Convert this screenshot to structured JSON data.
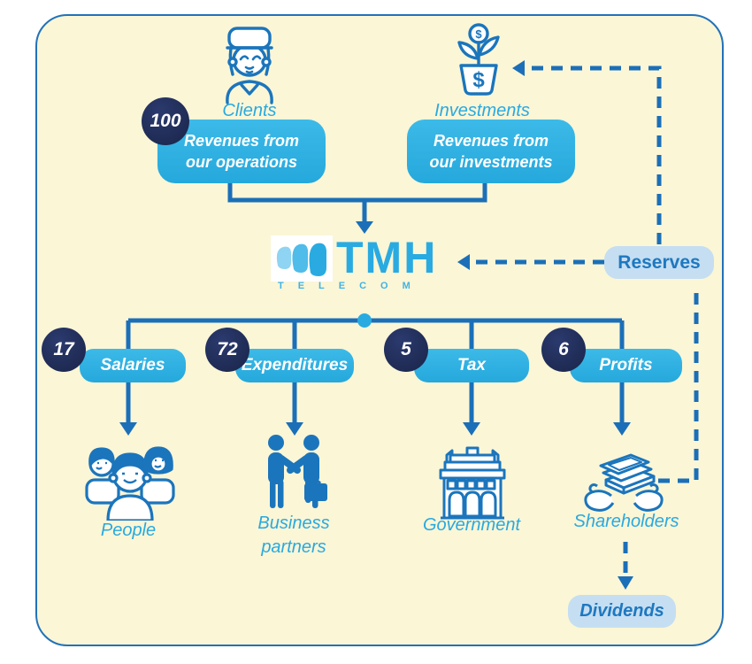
{
  "diagram": {
    "title": "TMH Telecom money flow diagram",
    "brand": {
      "name": "TMH",
      "sub": "TELECOM",
      "logo_icon": "tmh-logo-mark"
    },
    "top": {
      "clients": {
        "label": "Clients",
        "icon": "client-person-icon"
      },
      "investments": {
        "label": "Investments",
        "icon": "money-plant-icon"
      },
      "revenue_operations": {
        "badge": "100",
        "text": "Revenues from\nour operations"
      },
      "revenue_investments": {
        "text": "Revenues from\nour investments"
      }
    },
    "distribution": [
      {
        "badge": "17",
        "label": "Salaries",
        "target": {
          "label": "People",
          "icon": "people-group-icon"
        }
      },
      {
        "badge": "72",
        "label": "Expenditures",
        "target": {
          "label": "Business\npartners",
          "icon": "handshake-icon"
        }
      },
      {
        "badge": "5",
        "label": "Tax",
        "target": {
          "label": "Government",
          "icon": "government-building-icon"
        }
      },
      {
        "badge": "6",
        "label": "Profits",
        "target": {
          "label": "Shareholders",
          "icon": "money-in-hands-icon"
        }
      }
    ],
    "side": {
      "reserves": "Reserves",
      "dividends": "Dividends"
    },
    "colors": {
      "background_cream": "#FBF6D6",
      "accent_cyan_box": "#2BAFE0",
      "dark_navy_badge": "#202C58",
      "line_blue": "#1B6FB8",
      "label_blue": "#29A9E0",
      "pale_blue_box": "#C5DEF2",
      "pale_blue_text": "#1E78C0",
      "logo_blue": "#29ABE2",
      "box_text": "#FFFFFF"
    }
  }
}
